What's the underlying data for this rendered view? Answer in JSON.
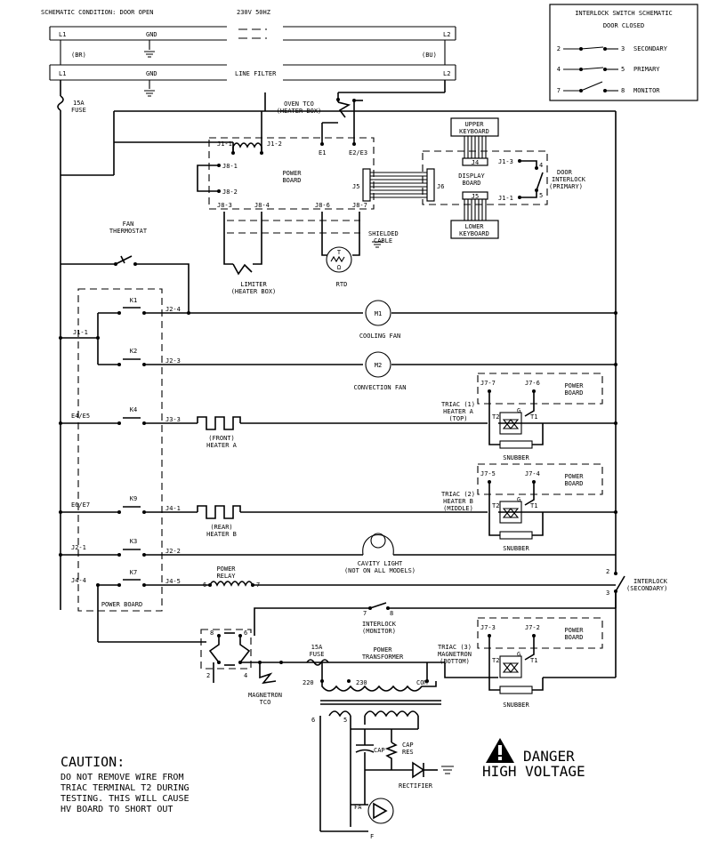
{
  "header": {
    "condition": "SCHEMATIC CONDITION: DOOR OPEN",
    "voltage": "230V 50HZ"
  },
  "lines": {
    "l1": "L1",
    "gnd": "GND",
    "l2": "L2",
    "br": "(BR)",
    "bu": "(BU)",
    "line_filter": "LINE FILTER"
  },
  "interlock_legend": {
    "title": "INTERLOCK SWITCH SCHEMATIC",
    "subtitle": "DOOR CLOSED",
    "rows": [
      {
        "from": "2",
        "to": "3",
        "name": "SECONDARY"
      },
      {
        "from": "4",
        "to": "5",
        "name": "PRIMARY"
      },
      {
        "from": "7",
        "to": "8",
        "name": "MONITOR"
      }
    ]
  },
  "components": {
    "fuse15a": [
      "15A",
      "FUSE"
    ],
    "oven_tco": [
      "OVEN TCO",
      "(HEATER BOX)"
    ],
    "power_board": [
      "POWER",
      "BOARD"
    ],
    "upper_keyboard": [
      "UPPER",
      "KEYBOARD"
    ],
    "lower_keyboard": [
      "LOWER",
      "KEYBOARD"
    ],
    "display_board": [
      "DISPLAY",
      "BOARD"
    ],
    "door_interlock": [
      "DOOR",
      "INTERLOCK",
      "(PRIMARY)"
    ],
    "fan_thermostat": [
      "FAN",
      "THERMOSTAT"
    ],
    "shielded_cable": [
      "SHIELDED",
      "CABLE"
    ],
    "limiter": [
      "LIMITER",
      "(HEATER BOX)"
    ],
    "rtd": "RTD",
    "omega": "Ω",
    "t": "T",
    "cooling_fan": "COOLING FAN",
    "convection_fan": "CONVECTION FAN",
    "m1": "M1",
    "m2": "M2",
    "triac1": [
      "TRIAC (1)",
      "HEATER A",
      "(TOP)"
    ],
    "triac2": [
      "TRIAC (2)",
      "HEATER B",
      "(MIDDLE)"
    ],
    "triac3": [
      "TRIAC (3)",
      "MAGNETRON",
      "(BOTTOM)"
    ],
    "snubber": "SNUBBER",
    "heater_a": [
      "(FRONT)",
      "HEATER A"
    ],
    "heater_b": [
      "(REAR)",
      "HEATER B"
    ],
    "cavity_light": [
      "CAVITY LIGHT",
      "(NOT ON ALL MODELS)"
    ],
    "power_relay": [
      "POWER",
      "RELAY"
    ],
    "interlock_secondary": [
      "INTERLOCK",
      "(SECONDARY)"
    ],
    "interlock_monitor": [
      "INTERLOCK",
      "(MONITOR)"
    ],
    "power_transformer": [
      "POWER",
      "TRANSFORMER"
    ],
    "magnetron_tco": [
      "MAGNETRON",
      "TCO"
    ],
    "fuse15a_b": [
      "15A",
      "FUSE"
    ],
    "cap": "CAP",
    "cap_res": [
      "CAP",
      "RES"
    ],
    "rectifier": "RECTIFIER"
  },
  "connectors": {
    "j1_1": "J1-1",
    "j1_2": "J1-2",
    "e1": "E1",
    "e2e3": "E2/E3",
    "j8_1": "J8-1",
    "j8_2": "J8-2",
    "j8_3": "J8-3",
    "j8_4": "J8-4",
    "j8_6": "J8-6",
    "j8_7": "J8-7",
    "j5": "J5",
    "j6": "J6",
    "j4": "J4",
    "j5b": "J5",
    "j1_3": "J1-3",
    "j1_1b": "J1-1",
    "n4": "4",
    "n5": "5",
    "j1_1c": "J1-1",
    "k1": "K1",
    "k2": "K2",
    "j2_4": "J2-4",
    "j2_3": "J2-3",
    "e4e5": "E4/E5",
    "k4": "K4",
    "j3_3": "J3-3",
    "e6e7": "E6/E7",
    "k9": "K9",
    "j4_1": "J4-1",
    "j2_1": "J2-1",
    "k3": "K3",
    "j2_2": "J2-2",
    "j4_4": "J4-4",
    "k7": "K7",
    "j4_5": "J4-5",
    "pb": "POWER BOARD",
    "j7_7": "J7-7",
    "j7_6": "J7-6",
    "j7_5": "J7-5",
    "j7_4": "J7-4",
    "j7_3": "J7-3",
    "j7_2": "J7-2",
    "pb1": [
      "POWER",
      "BOARD"
    ],
    "pb2": [
      "POWER",
      "BOARD"
    ],
    "pb3": [
      "POWER",
      "BOARD"
    ],
    "t1": "T1",
    "t2": "T2",
    "g": "G",
    "r6": "6",
    "r7": "7",
    "n2": "2",
    "n3": "3",
    "n7": "7",
    "n8": "8",
    "s8": "8",
    "s6": "6",
    "s2": "2",
    "s4": "4",
    "tap220": "220",
    "tap230": "230",
    "com": "COM",
    "sec6": "6",
    "sec5": "5",
    "fa": "FA",
    "f": "F"
  },
  "warnings": {
    "danger": [
      "DANGER",
      "HIGH VOLTAGE"
    ],
    "caution_title": "CAUTION:",
    "caution_lines": [
      "DO NOT REMOVE WIRE FROM",
      "TRIAC TERMINAL T2 DURING",
      "TESTING. THIS WILL CAUSE",
      "HV BOARD TO SHORT OUT"
    ]
  }
}
